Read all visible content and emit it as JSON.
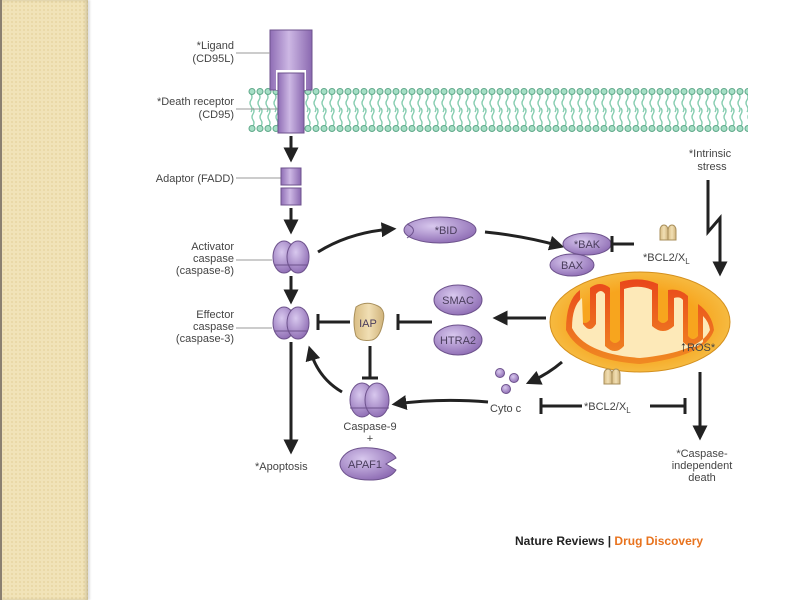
{
  "slide": {
    "colors": {
      "side_panel": "#f1e3b8",
      "protein_purple": "#a384c4",
      "membrane_green": "#8fd3b6",
      "mitochondria_orange": "#f5a623",
      "mitochondria_inner": "#fde9b8",
      "iap_tan": "#e3c98f",
      "arrow": "#222222",
      "credit_orange": "#e8731e"
    }
  },
  "diagram": {
    "labels": {
      "ligand_line1": "*Ligand",
      "ligand_line2": "(CD95L)",
      "receptor_line1": "*Death receptor",
      "receptor_line2": "(CD95)",
      "adaptor": "Adaptor (FADD)",
      "activator_line1": "Activator",
      "activator_line2": "caspase",
      "activator_line3": "(caspase-8)",
      "effector_line1": "Effector",
      "effector_line2": "caspase",
      "effector_line3": "(caspase-3)",
      "apoptosis": "*Apoptosis",
      "intrinsic_line1": "*Intrinsic",
      "intrinsic_line2": "stress",
      "caspase_indep_line1": "*Caspase-",
      "caspase_indep_line2": "independent",
      "caspase_indep_line3": "death",
      "caspase9": "Caspase-9",
      "plus": "+",
      "cyto_c": "Cyto c",
      "bcl2_top": "*BCL2/X",
      "bcl2_bottom": "*BCL2/X",
      "bcl2_sub": "L"
    },
    "molecules": {
      "bid": "*BID",
      "bak": "*BAK",
      "bax": "BAX",
      "smac": "SMAC",
      "htra2": "HTRA2",
      "iap": "IAP",
      "apaf1": "APAF1",
      "ros": "ROS*"
    }
  },
  "credit": {
    "journal": "Nature Reviews",
    "separator": " | ",
    "section": "Drug Discovery"
  }
}
